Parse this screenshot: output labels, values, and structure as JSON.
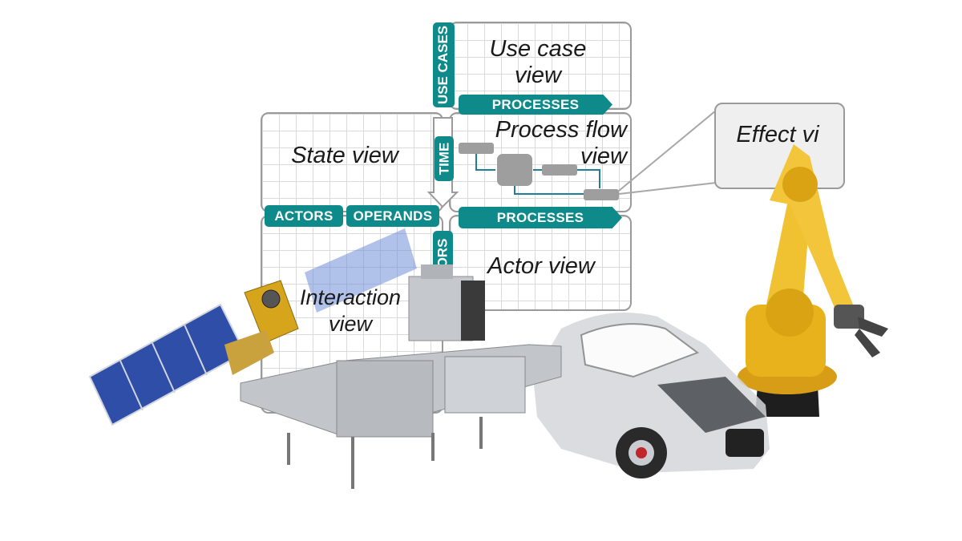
{
  "views": {
    "use_case": "Use case view",
    "process_flow": "Process flow view",
    "state": "State view",
    "actor": "Actor view",
    "interaction": "Interaction view",
    "effect": "Effect vi"
  },
  "tags": {
    "use_cases": "USE CASES",
    "processes_top": "PROCESSES",
    "time": "TIME",
    "actors": "ACTORS",
    "operands": "OPERANDS",
    "processes_mid": "PROCESSES",
    "actors_vertical": "ORS"
  },
  "colors": {
    "accent": "#0f8a8a",
    "panel_border": "#9a9a9a",
    "grid": "#dadada",
    "flow_box": "#9e9e9e",
    "robot": "#e8b21c",
    "solar_panel": "#2f4ea8",
    "satellite_body": "#d6a51c"
  },
  "illustrations": [
    "satellite",
    "packaging-machine",
    "car",
    "robot-arm"
  ]
}
